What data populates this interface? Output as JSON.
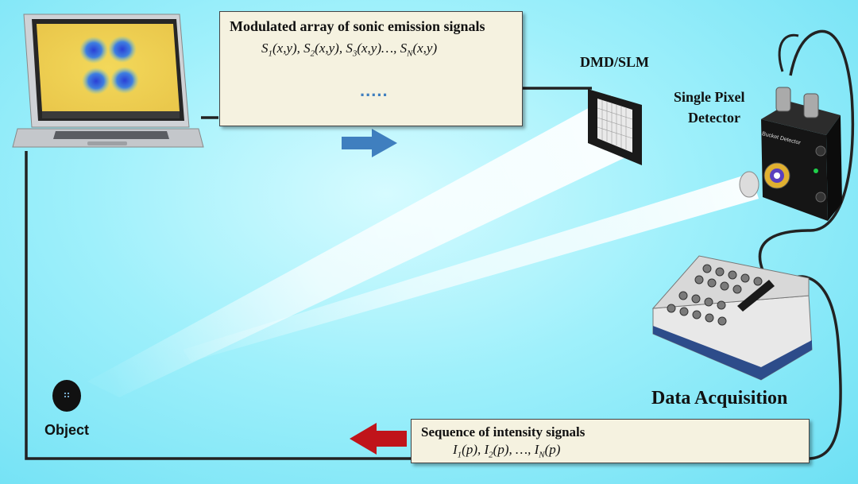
{
  "modulation": {
    "title": "Modulated array of sonic emission signals",
    "formula": "S1(x,y), S2(x,y), S3(x,y)…, SN(x,y)",
    "ellipsis": "....."
  },
  "sequence": {
    "title": "Sequence of intensity signals",
    "formula": "I1(p), I2(p), …, IN(p)"
  },
  "labels": {
    "dmd": "DMD/SLM",
    "detector_line1": "Single Pixel",
    "detector_line2": "Detector",
    "daq": "Data Acquisition",
    "object": "Object",
    "bucket": "Bucket Detector"
  },
  "icons": {
    "laptop": "laptop-icon",
    "dmd": "dmd-slm-icon",
    "detector": "bucket-detector-icon",
    "daq": "daq-device-icon",
    "object": "object-icon"
  },
  "colors": {
    "background": "#8eeefa",
    "box_fill": "#f5f2e0",
    "blue_arrow": "#3f7fbf",
    "red_arrow": "#c0141a",
    "signal": "#d01010",
    "cable": "#2a2a2a"
  }
}
